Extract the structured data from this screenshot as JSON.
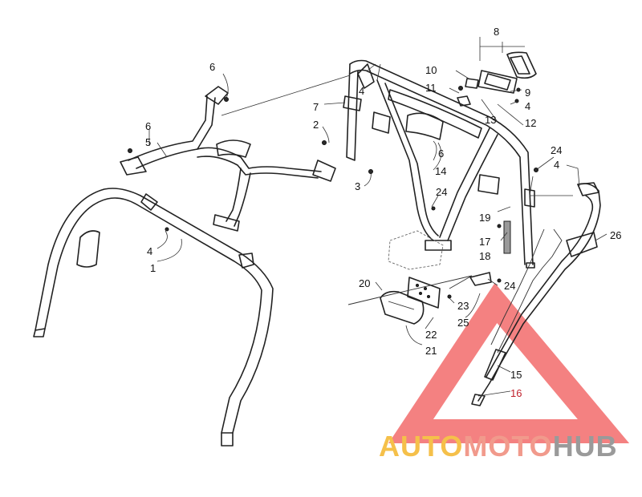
{
  "callouts": {
    "c1": "1",
    "c2": "2",
    "c3": "3",
    "c4a": "4",
    "c4b": "4",
    "c4c": "4",
    "c4d": "4",
    "c5": "5",
    "c6a": "6",
    "c6b": "6",
    "c6c": "6",
    "c7": "7",
    "c8": "8",
    "c9": "9",
    "c10": "10",
    "c11": "11",
    "c12": "12",
    "c13": "13",
    "c14": "14",
    "c15": "15",
    "c16": "16",
    "c17": "17",
    "c18": "18",
    "c19": "19",
    "c20": "20",
    "c21": "21",
    "c22": "22",
    "c23": "23",
    "c24a": "24",
    "c24b": "24",
    "c24c": "24",
    "c25": "25",
    "c26": "26"
  },
  "watermark": {
    "part1": "AUTO",
    "part2": "MOTO",
    "part3": "HUB",
    "color1": "#f5c04a",
    "color2": "#f19a8c",
    "color3": "#9a9a9a",
    "triangle_color": "#f26b6b"
  }
}
